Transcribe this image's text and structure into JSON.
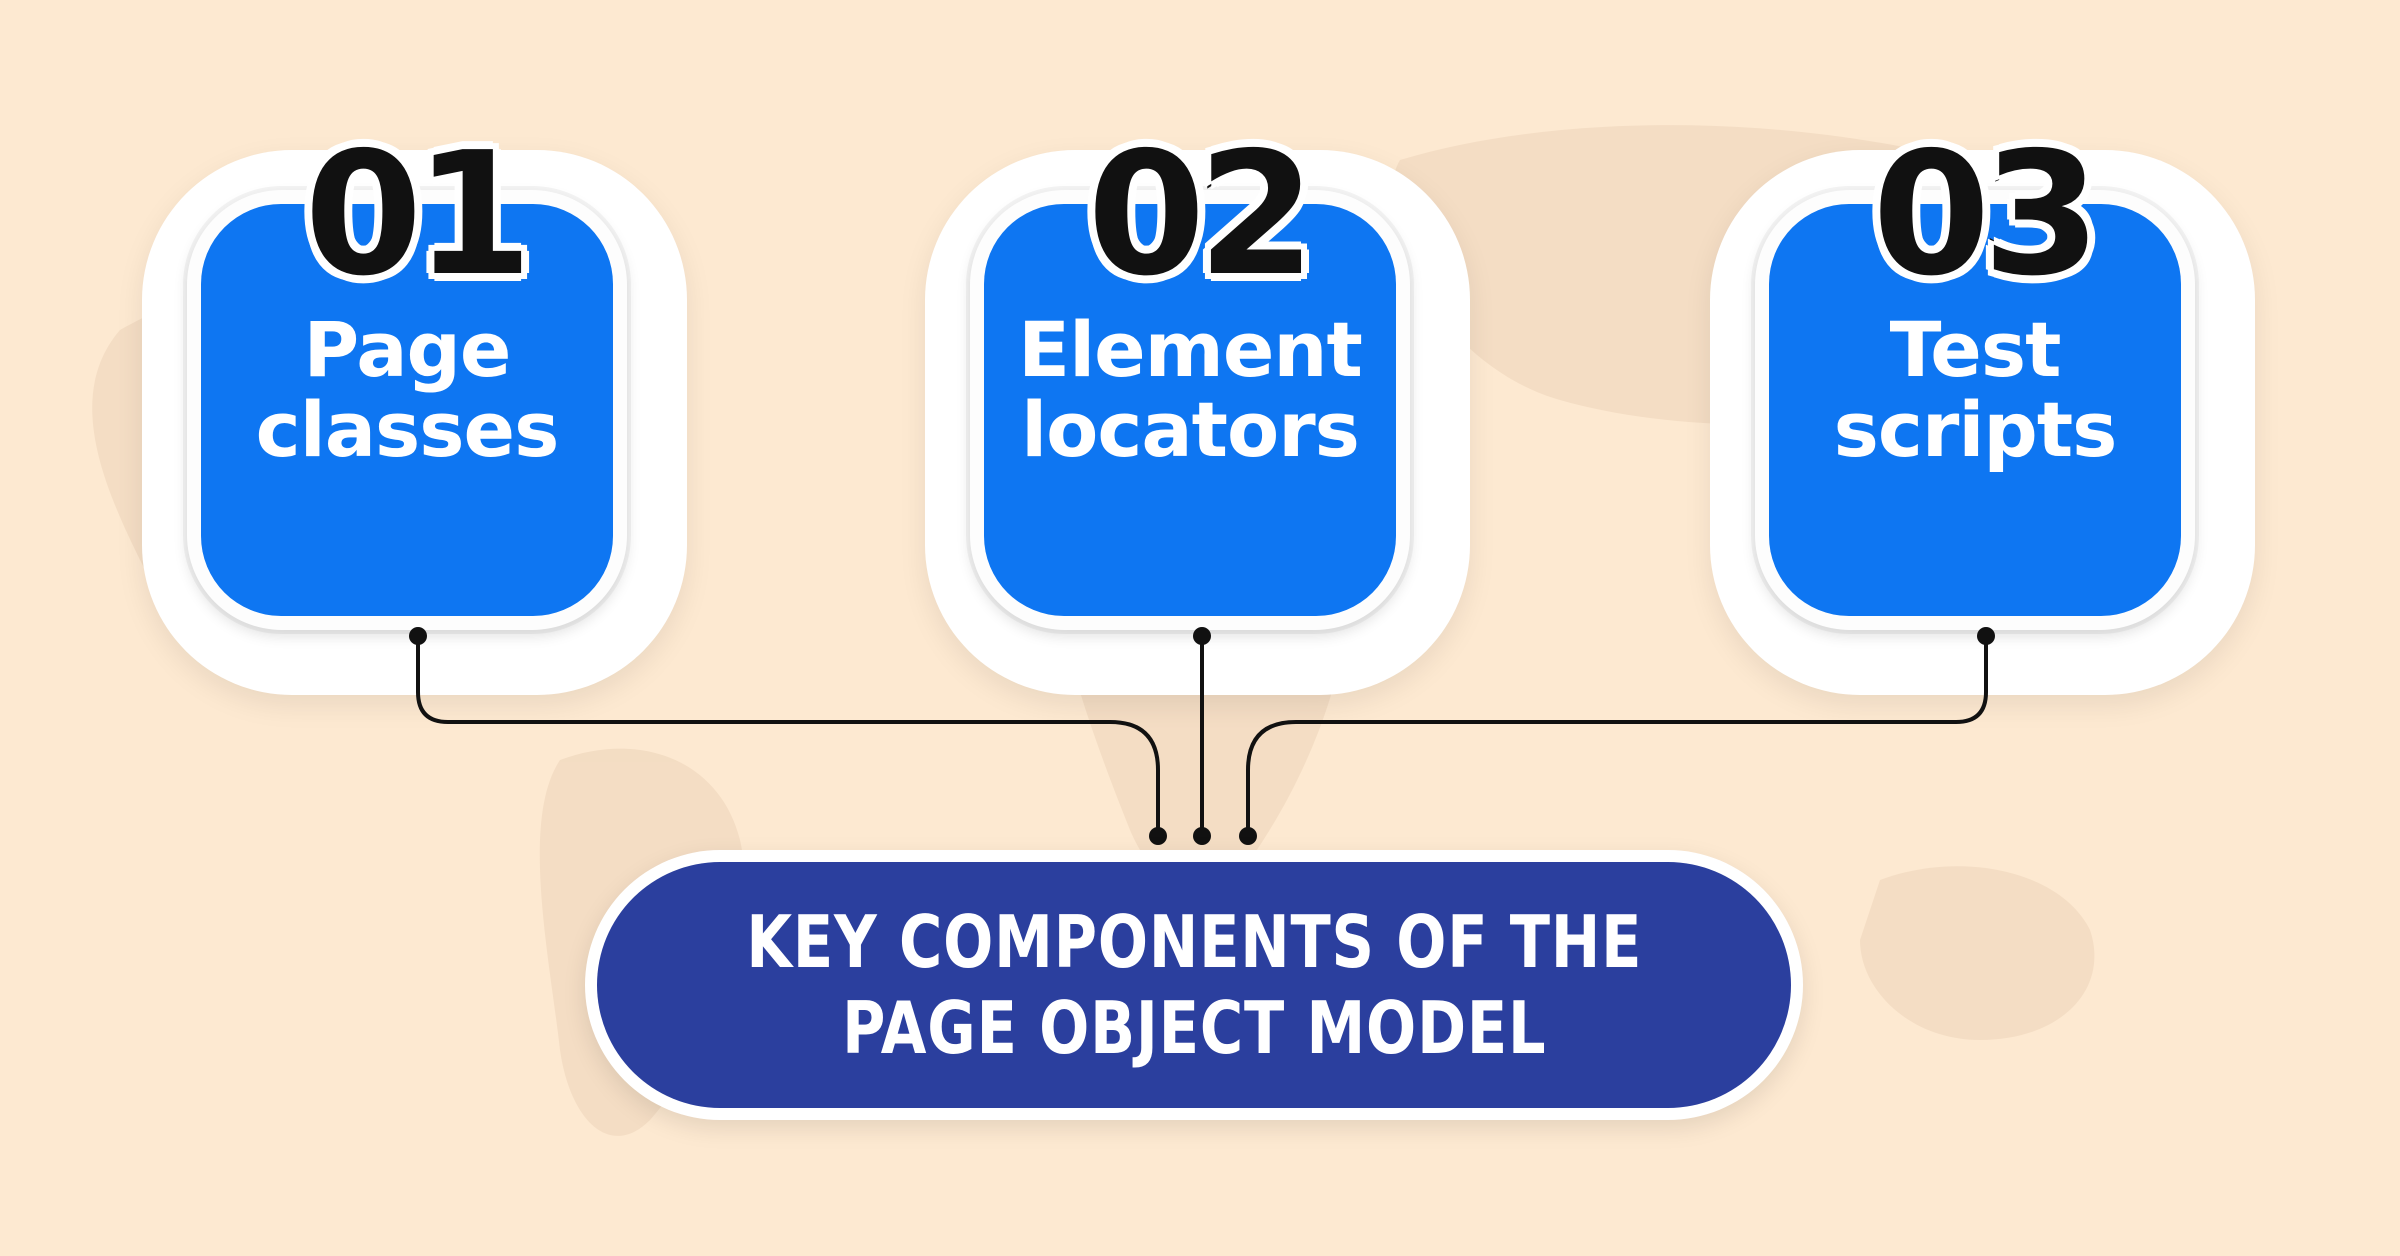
{
  "colors": {
    "background": "#fde9d1",
    "card_blue": "#0e76f2",
    "pill_navy": "#2b3f9e",
    "number_text": "#111111",
    "connector": "#111111"
  },
  "cards": [
    {
      "number": "01",
      "title": "Page\nclasses"
    },
    {
      "number": "02",
      "title": "Element\nlocators"
    },
    {
      "number": "03",
      "title": "Test\nscripts"
    }
  ],
  "hub": {
    "title": "KEY COMPONENTS OF THE\nPAGE OBJECT MODEL"
  }
}
